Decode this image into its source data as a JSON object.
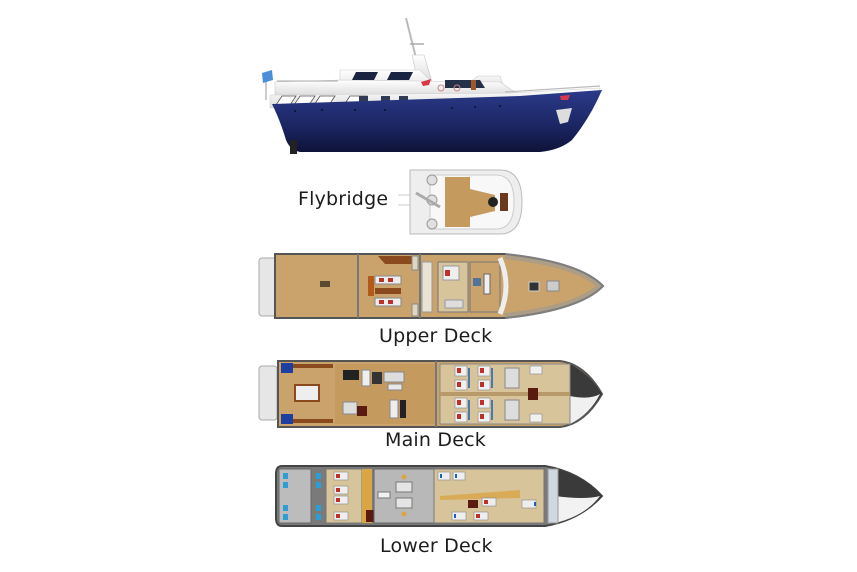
{
  "figure": {
    "type": "yacht deck plan",
    "background": "#ffffff"
  },
  "profile": {
    "name": "side-profile",
    "hull_color": "#1e2a6b",
    "superstructure_color": "#f2f2f2"
  },
  "decks": [
    {
      "id": "flybridge",
      "label": "Flybridge"
    },
    {
      "id": "upper",
      "label": "Upper Deck"
    },
    {
      "id": "main",
      "label": "Main Deck"
    },
    {
      "id": "lower",
      "label": "Lower Deck"
    }
  ],
  "colors": {
    "teak": "#c9a36b",
    "teak_dark": "#8a6a3e",
    "hull_outline": "#5a5a5a",
    "cabin_floor": "#d8c49a",
    "machinery": "#b8b8b8",
    "berth_red": "#c0302b",
    "berth_blue": "#1f5fb0",
    "tank_blue": "#2a9fd6",
    "bow_grey": "#3a3a3a"
  }
}
